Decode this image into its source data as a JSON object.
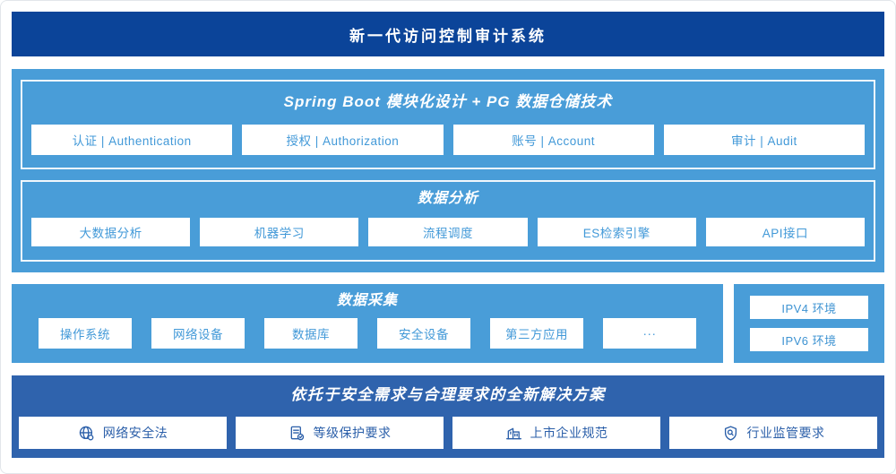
{
  "colors": {
    "navy": "#0b4499",
    "medium_blue": "#2f63ad",
    "light_blue": "#499dd8",
    "box_text_light": "#4299d8",
    "box_text_dark": "#2b5fa9",
    "box_bg": "#ffffff"
  },
  "header": {
    "title": "新一代访问控制审计系统"
  },
  "platform": {
    "modules": {
      "title": "Spring Boot 模块化设计 + PG 数据仓储技术",
      "items": [
        "认证 | Authentication",
        "授权 | Authorization",
        "账号 | Account",
        "审计 | Audit"
      ]
    },
    "analysis": {
      "title": "数据分析",
      "items": [
        "大数据分析",
        "机器学习",
        "流程调度",
        "ES检索引擎",
        "API接口"
      ]
    }
  },
  "collection": {
    "title": "数据采集",
    "items": [
      "操作系统",
      "网络设备",
      "数据库",
      "安全设备",
      "第三方应用",
      "···"
    ]
  },
  "environments": {
    "items": [
      "IPV4 环境",
      "IPV6 环境"
    ]
  },
  "solution": {
    "title": "依托于安全需求与合理要求的全新解决方案",
    "items": [
      {
        "icon": "globe-icon",
        "label": "网络安全法"
      },
      {
        "icon": "document-check-icon",
        "label": "等级保护要求"
      },
      {
        "icon": "building-icon",
        "label": "上市企业规范"
      },
      {
        "icon": "shield-search-icon",
        "label": "行业监管要求"
      }
    ]
  }
}
